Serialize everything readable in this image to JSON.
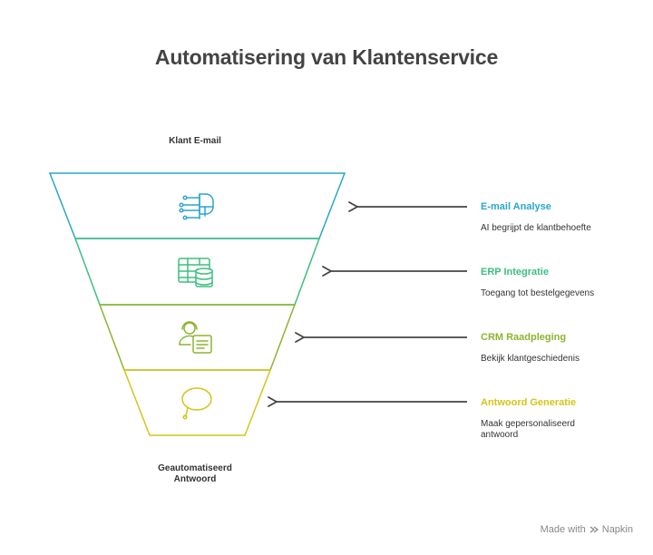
{
  "title": "Automatisering van Klantenservice",
  "input_label": "Klant E-mail",
  "output_label": [
    "Geautomatiseerd",
    "Antwoord"
  ],
  "stages": [
    {
      "name": "E-mail Analyse",
      "description": "AI begrijpt de klantbehoefte",
      "color": "#2aa6c9",
      "icon": "ai-brain-icon"
    },
    {
      "name": "ERP Integratie",
      "description": "Toegang tot bestelgegevens",
      "color": "#3dbf7f",
      "icon": "database-table-icon"
    },
    {
      "name": "CRM Raadpleging",
      "description": "Bekijk klantgeschiedenis",
      "color": "#8bb52f",
      "icon": "customer-record-icon"
    },
    {
      "name": "Antwoord Generatie",
      "description": "Maak gepersonaliseerd antwoord",
      "color": "#d4c51a",
      "icon": "speech-bubble-icon"
    }
  ],
  "footer": {
    "made_with": "Made with",
    "brand": "Napkin"
  }
}
